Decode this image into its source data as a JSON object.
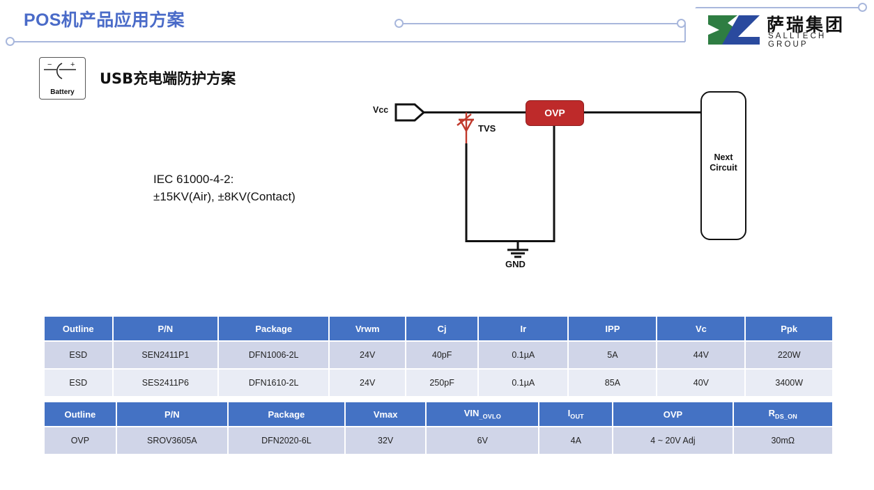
{
  "header": {
    "title": "POS机产品应用方案",
    "accent_color": "#4A6BC8",
    "rule_color": "#A8B7DC"
  },
  "logo": {
    "mark_name": "salltech-logo-mark",
    "mark_green": "#2E7D42",
    "mark_blue": "#2A4A9E",
    "chinese_name": "萨瑞集团",
    "english_name": "SALLTECH GROUP"
  },
  "section": {
    "battery_icon_label": "Battery",
    "battery_icon_minus": "−",
    "battery_icon_plus": "+",
    "title": "USB充电端防护方案"
  },
  "spec_note": "IEC 61000-4-2:\n±15KV(Air), ±8KV(Contact)",
  "circuit": {
    "vcc_label": "Vcc",
    "tvs_label": "TVS",
    "tvs_color": "#C0392B",
    "ovp_label": "OVP",
    "ovp_color": "#BE2A2A",
    "gnd_label": "GND",
    "next_circuit_line1": "Next",
    "next_circuit_line2": "Circuit"
  },
  "tables": [
    {
      "name": "esd-table",
      "header_color": "#4472C4",
      "columns": [
        "Outline",
        "P/N",
        "Package",
        "Vrwm",
        "Cj",
        "Ir",
        "IPP",
        "Vc",
        "Ppk"
      ],
      "rows": [
        [
          "ESD",
          "SEN2411P1",
          "DFN1006-2L",
          "24V",
          "40pF",
          "0.1µA",
          "5A",
          "44V",
          "220W"
        ],
        [
          "ESD",
          "SES2411P6",
          "DFN1610-2L",
          "24V",
          "250pF",
          "0.1µA",
          "85A",
          "40V",
          "3400W"
        ]
      ]
    },
    {
      "name": "ovp-table",
      "header_color": "#4472C4",
      "columns_html": [
        "Outline",
        "P/N",
        "Package",
        "Vmax",
        "VIN<sub>_OVLO</sub>",
        "I<sub>OUT</sub>",
        "OVP",
        "R<sub>DS_ON</sub>"
      ],
      "columns": [
        "Outline",
        "P/N",
        "Package",
        "Vmax",
        "VIN_OVLO",
        "IOUT",
        "OVP",
        "RDS_ON"
      ],
      "rows": [
        [
          "OVP",
          "SROV3605A",
          "DFN2020-6L",
          "32V",
          "6V",
          "4A",
          "4 ~ 20V Adj",
          "30mΩ"
        ]
      ]
    }
  ]
}
